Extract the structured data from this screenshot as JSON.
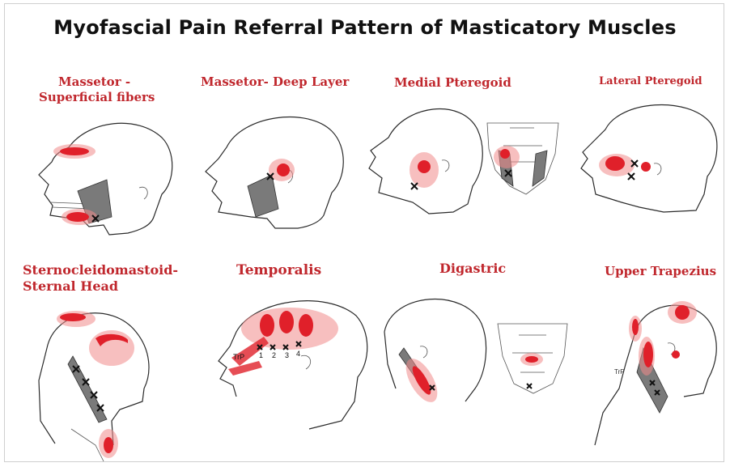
{
  "title": "Myofascial Pain Referral Pattern of Masticatory Muscles",
  "colors": {
    "label": "#c0272d",
    "referral_zone": "#e0202a",
    "trigger_point": "#111111"
  },
  "panels": [
    {
      "id": "masseter-superficial",
      "label_lines": [
        "Massetor -",
        "Superficial fibers"
      ]
    },
    {
      "id": "masseter-deep",
      "label_lines": [
        "Massetor- Deep Layer"
      ]
    },
    {
      "id": "medial-pterygoid",
      "label_lines": [
        "Medial Pteregoid"
      ]
    },
    {
      "id": "lateral-pterygoid",
      "label_lines": [
        "Lateral Pteregoid"
      ]
    },
    {
      "id": "scm-sternal",
      "label_lines": [
        "Sternocleidomastoid-",
        "Sternal Head"
      ]
    },
    {
      "id": "temporalis",
      "label_lines": [
        "Temporalis"
      ],
      "trigger_labels": [
        "TrP",
        "1",
        "2",
        "3",
        "4"
      ]
    },
    {
      "id": "digastric",
      "label_lines": [
        "Digastric"
      ]
    },
    {
      "id": "upper-trapezius",
      "label_lines": [
        "Upper Trapezius"
      ],
      "trigger_labels": [
        "TrP"
      ]
    }
  ]
}
